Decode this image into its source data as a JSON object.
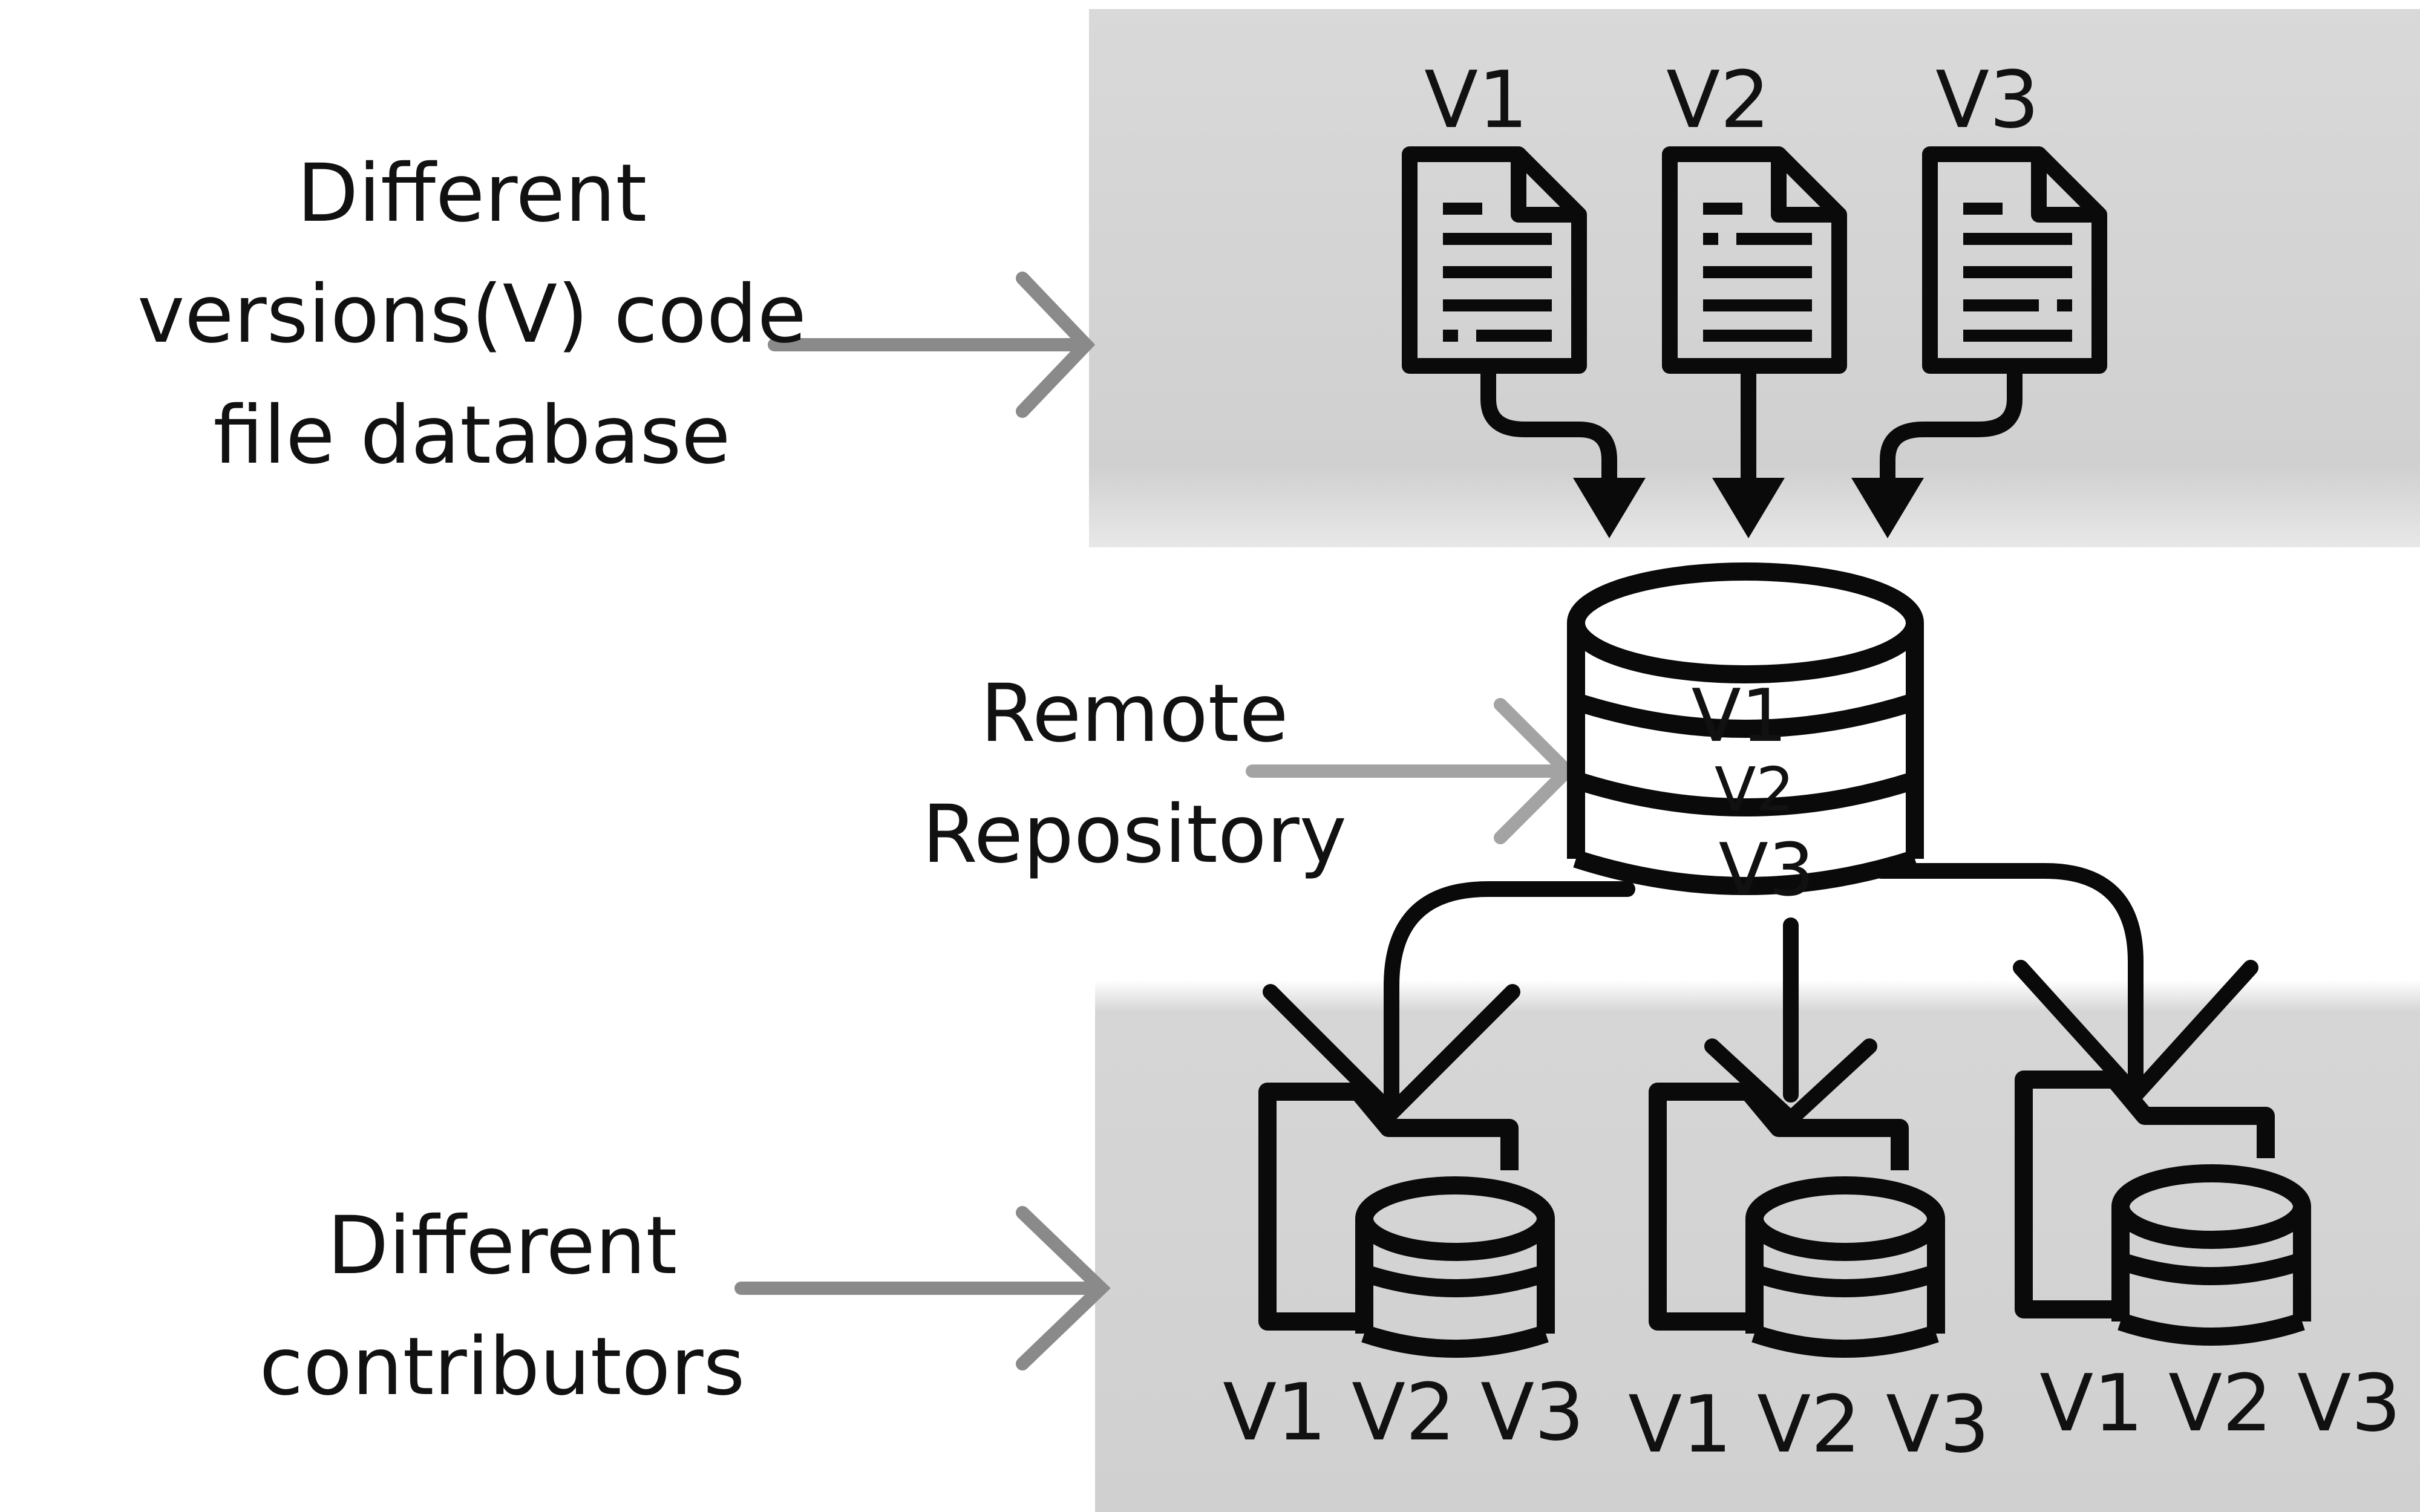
{
  "captions": {
    "versions": "Different versions(V) code file database",
    "remote": "Remote Repository",
    "contributors": "Different contributors"
  },
  "files": [
    {
      "label": "V1"
    },
    {
      "label": "V2"
    },
    {
      "label": "V3"
    }
  ],
  "repository": {
    "layers": [
      "V1",
      "V2",
      "V3"
    ]
  },
  "contributors": [
    {
      "label": "V1 V2 V3"
    },
    {
      "label": "V1 V2 V3"
    },
    {
      "label": "V1 V2 V3"
    }
  ],
  "colors": {
    "icon": "#0a0a0a",
    "pointer_arrow": "#8a8a8a",
    "panel": "#d3d3d3"
  }
}
